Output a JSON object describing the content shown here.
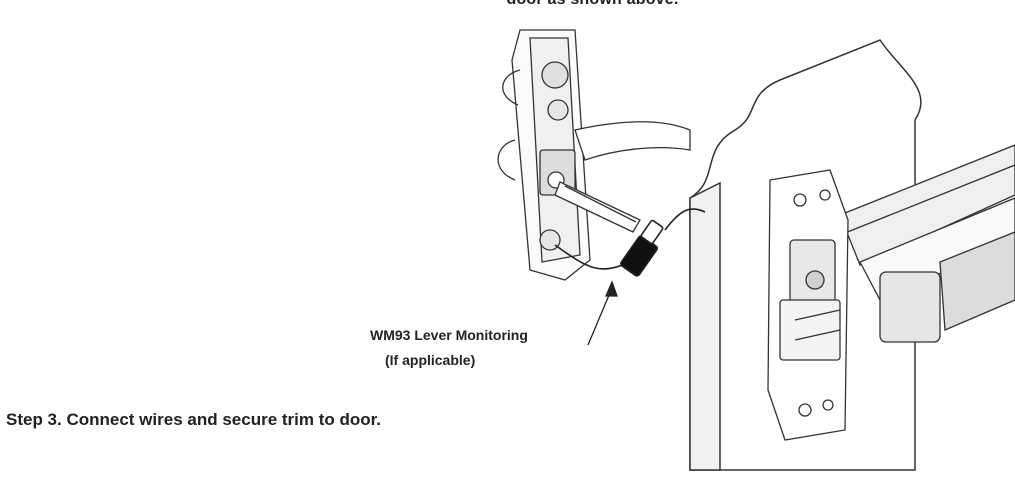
{
  "caption_top": "door as shown above.",
  "callout": {
    "line1": "WM93 Lever Monitoring",
    "line2": "(If applicable)"
  },
  "step_text": "Step 3. Connect wires and secure trim to door.",
  "icons": [
    "lever-trim-illustration",
    "door-edge-illustration",
    "exit-device-illustration",
    "wire-connector-icon",
    "arrow-icon"
  ],
  "colors": {
    "line": "#333333",
    "fill": "#ffffff",
    "shade": "#d8d8d8"
  }
}
